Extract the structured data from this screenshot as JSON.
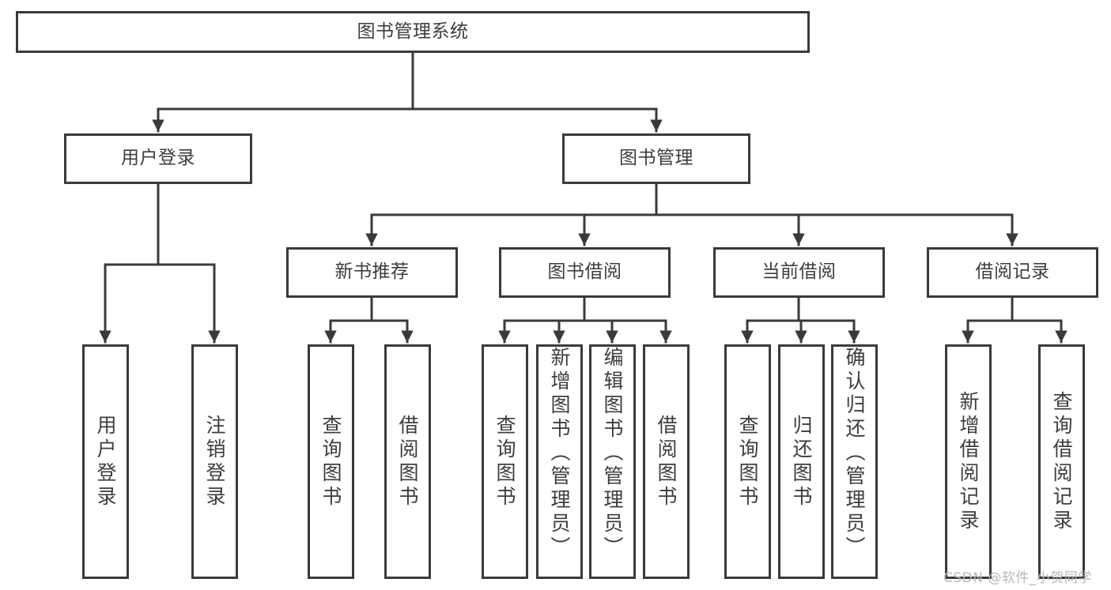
{
  "diagram": {
    "type": "tree-hierarchy",
    "title": "图书管理系统",
    "watermark": "CSDN @软件_小贺同学",
    "colors": {
      "box_border": "#3a3a3a",
      "box_fill": "#ffffff",
      "text": "#3d3d3d",
      "edge": "#3a3a3a",
      "watermark": "#b8b8b8",
      "background": "#ffffff"
    },
    "nodes": {
      "root": {
        "label": "图书管理系统"
      },
      "level2": [
        {
          "id": "user-login",
          "label": "用户登录"
        },
        {
          "id": "book-manage",
          "label": "图书管理"
        }
      ],
      "level3": [
        {
          "id": "new-book-recommend",
          "label": "新书推荐"
        },
        {
          "id": "book-borrow",
          "label": "图书借阅"
        },
        {
          "id": "current-borrow",
          "label": "当前借阅"
        },
        {
          "id": "borrow-record",
          "label": "借阅记录"
        }
      ],
      "leaves": {
        "user_login": [
          {
            "id": "leaf-user-login",
            "label": "用户登录"
          },
          {
            "id": "leaf-user-logout",
            "label": "注销登录"
          }
        ],
        "new_book_recommend": [
          {
            "id": "leaf-query-book-1",
            "label": "查询图书"
          },
          {
            "id": "leaf-borrow-book-1",
            "label": "借阅图书"
          }
        ],
        "book_borrow": [
          {
            "id": "leaf-query-book-2",
            "label": "查询图书"
          },
          {
            "id": "leaf-add-book",
            "label": "新增图书（管理员）"
          },
          {
            "id": "leaf-edit-book",
            "label": "编辑图书（管理员）"
          },
          {
            "id": "leaf-borrow-book-2",
            "label": "借阅图书"
          }
        ],
        "current_borrow": [
          {
            "id": "leaf-query-book-3",
            "label": "查询图书"
          },
          {
            "id": "leaf-return-book",
            "label": "归还图书"
          },
          {
            "id": "leaf-confirm-return",
            "label": "确认归还（管理员）"
          }
        ],
        "borrow_record": [
          {
            "id": "leaf-add-record",
            "label": "新增借阅记录"
          },
          {
            "id": "leaf-query-record",
            "label": "查询借阅记录"
          }
        ]
      }
    }
  }
}
